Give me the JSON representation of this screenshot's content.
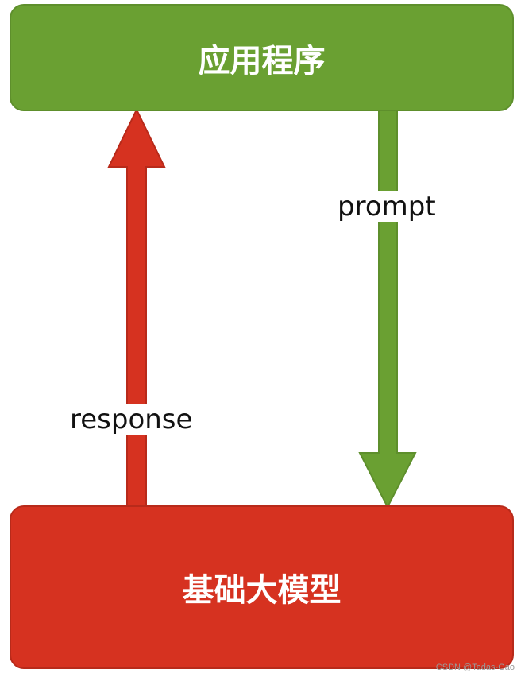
{
  "boxes": {
    "top": {
      "label": "应用程序",
      "fill": "#6aa032"
    },
    "bottom": {
      "label": "基础大模型",
      "fill": "#d63220"
    }
  },
  "arrows": {
    "prompt": {
      "label": "prompt",
      "color": "#6aa032",
      "direction": "down"
    },
    "response": {
      "label": "response",
      "color": "#d63220",
      "direction": "up"
    }
  },
  "watermark": "CSDN @Tadas-Gao"
}
